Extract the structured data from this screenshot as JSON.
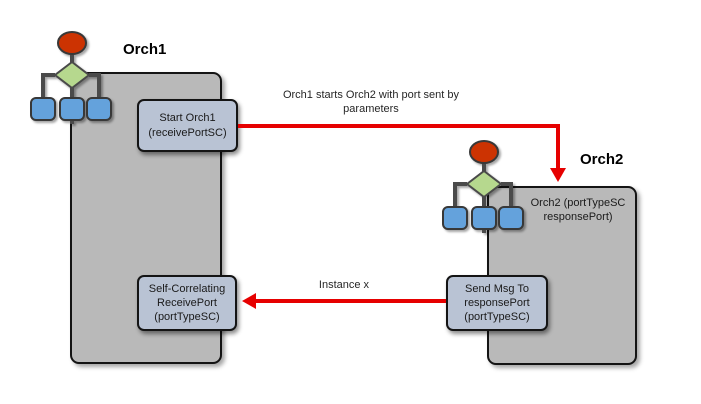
{
  "colors": {
    "body_fill": "#b9b9b9",
    "body_border": "#141414",
    "port_fill": "#b9c3d4",
    "port_border": "#141414",
    "arrow_red": "#e60000",
    "icon_red": "#cc3302",
    "icon_green": "#b6d88e",
    "icon_blue": "#64a2dc",
    "icon_line": "#4a4a4a"
  },
  "orch1": {
    "title": "Orch1",
    "start_port_label": "Start Orch1\n(receivePortSC)",
    "receive_port_label": "Self-Correlating\nReceivePort\n(portTypeSC)"
  },
  "orch2": {
    "title": "Orch2",
    "body_label": "Orch2 (portTypeSC\nresponsePort)",
    "send_port_label": "Send Msg To\nresponsePort\n(portTypeSC)"
  },
  "annotations": {
    "start_arrow_label": "Orch1 starts Orch2 with port sent by\nparameters",
    "instance_arrow_label": "Instance x"
  }
}
